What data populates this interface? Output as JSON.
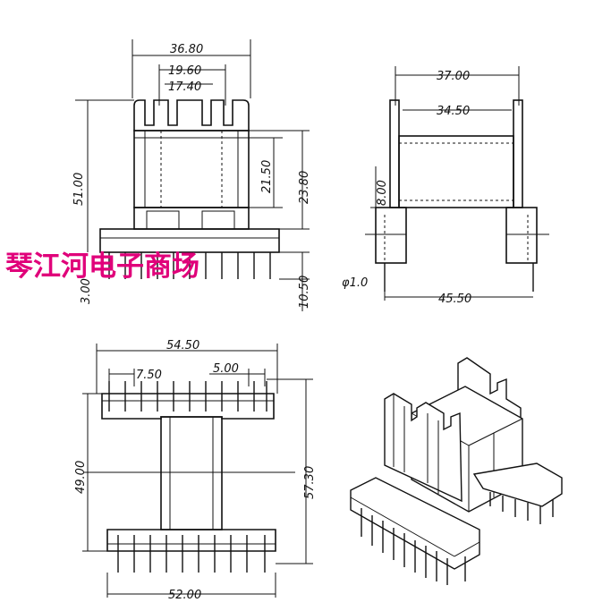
{
  "watermark": "琴江河电子商场",
  "top_left_view": {
    "width_overall": "36.80",
    "width_mid": "19.60",
    "width_inner": "17.40",
    "height_total": "51.00",
    "height_core": "21.50",
    "height_window": "23.80",
    "base_offset": "3.00",
    "pin_length": "10.50"
  },
  "top_right_view": {
    "flange_width": "37.00",
    "core_width": "34.50",
    "flange_height": "8.00",
    "pin_diameter": "φ1.0",
    "pin_span": "45.50"
  },
  "bottom_left_view": {
    "overall_width": "54.50",
    "pin_group": "7.50",
    "pin_pitch": "5.00",
    "inner_height": "49.00",
    "outer_height": "57.30",
    "bottom_width": "52.00"
  }
}
